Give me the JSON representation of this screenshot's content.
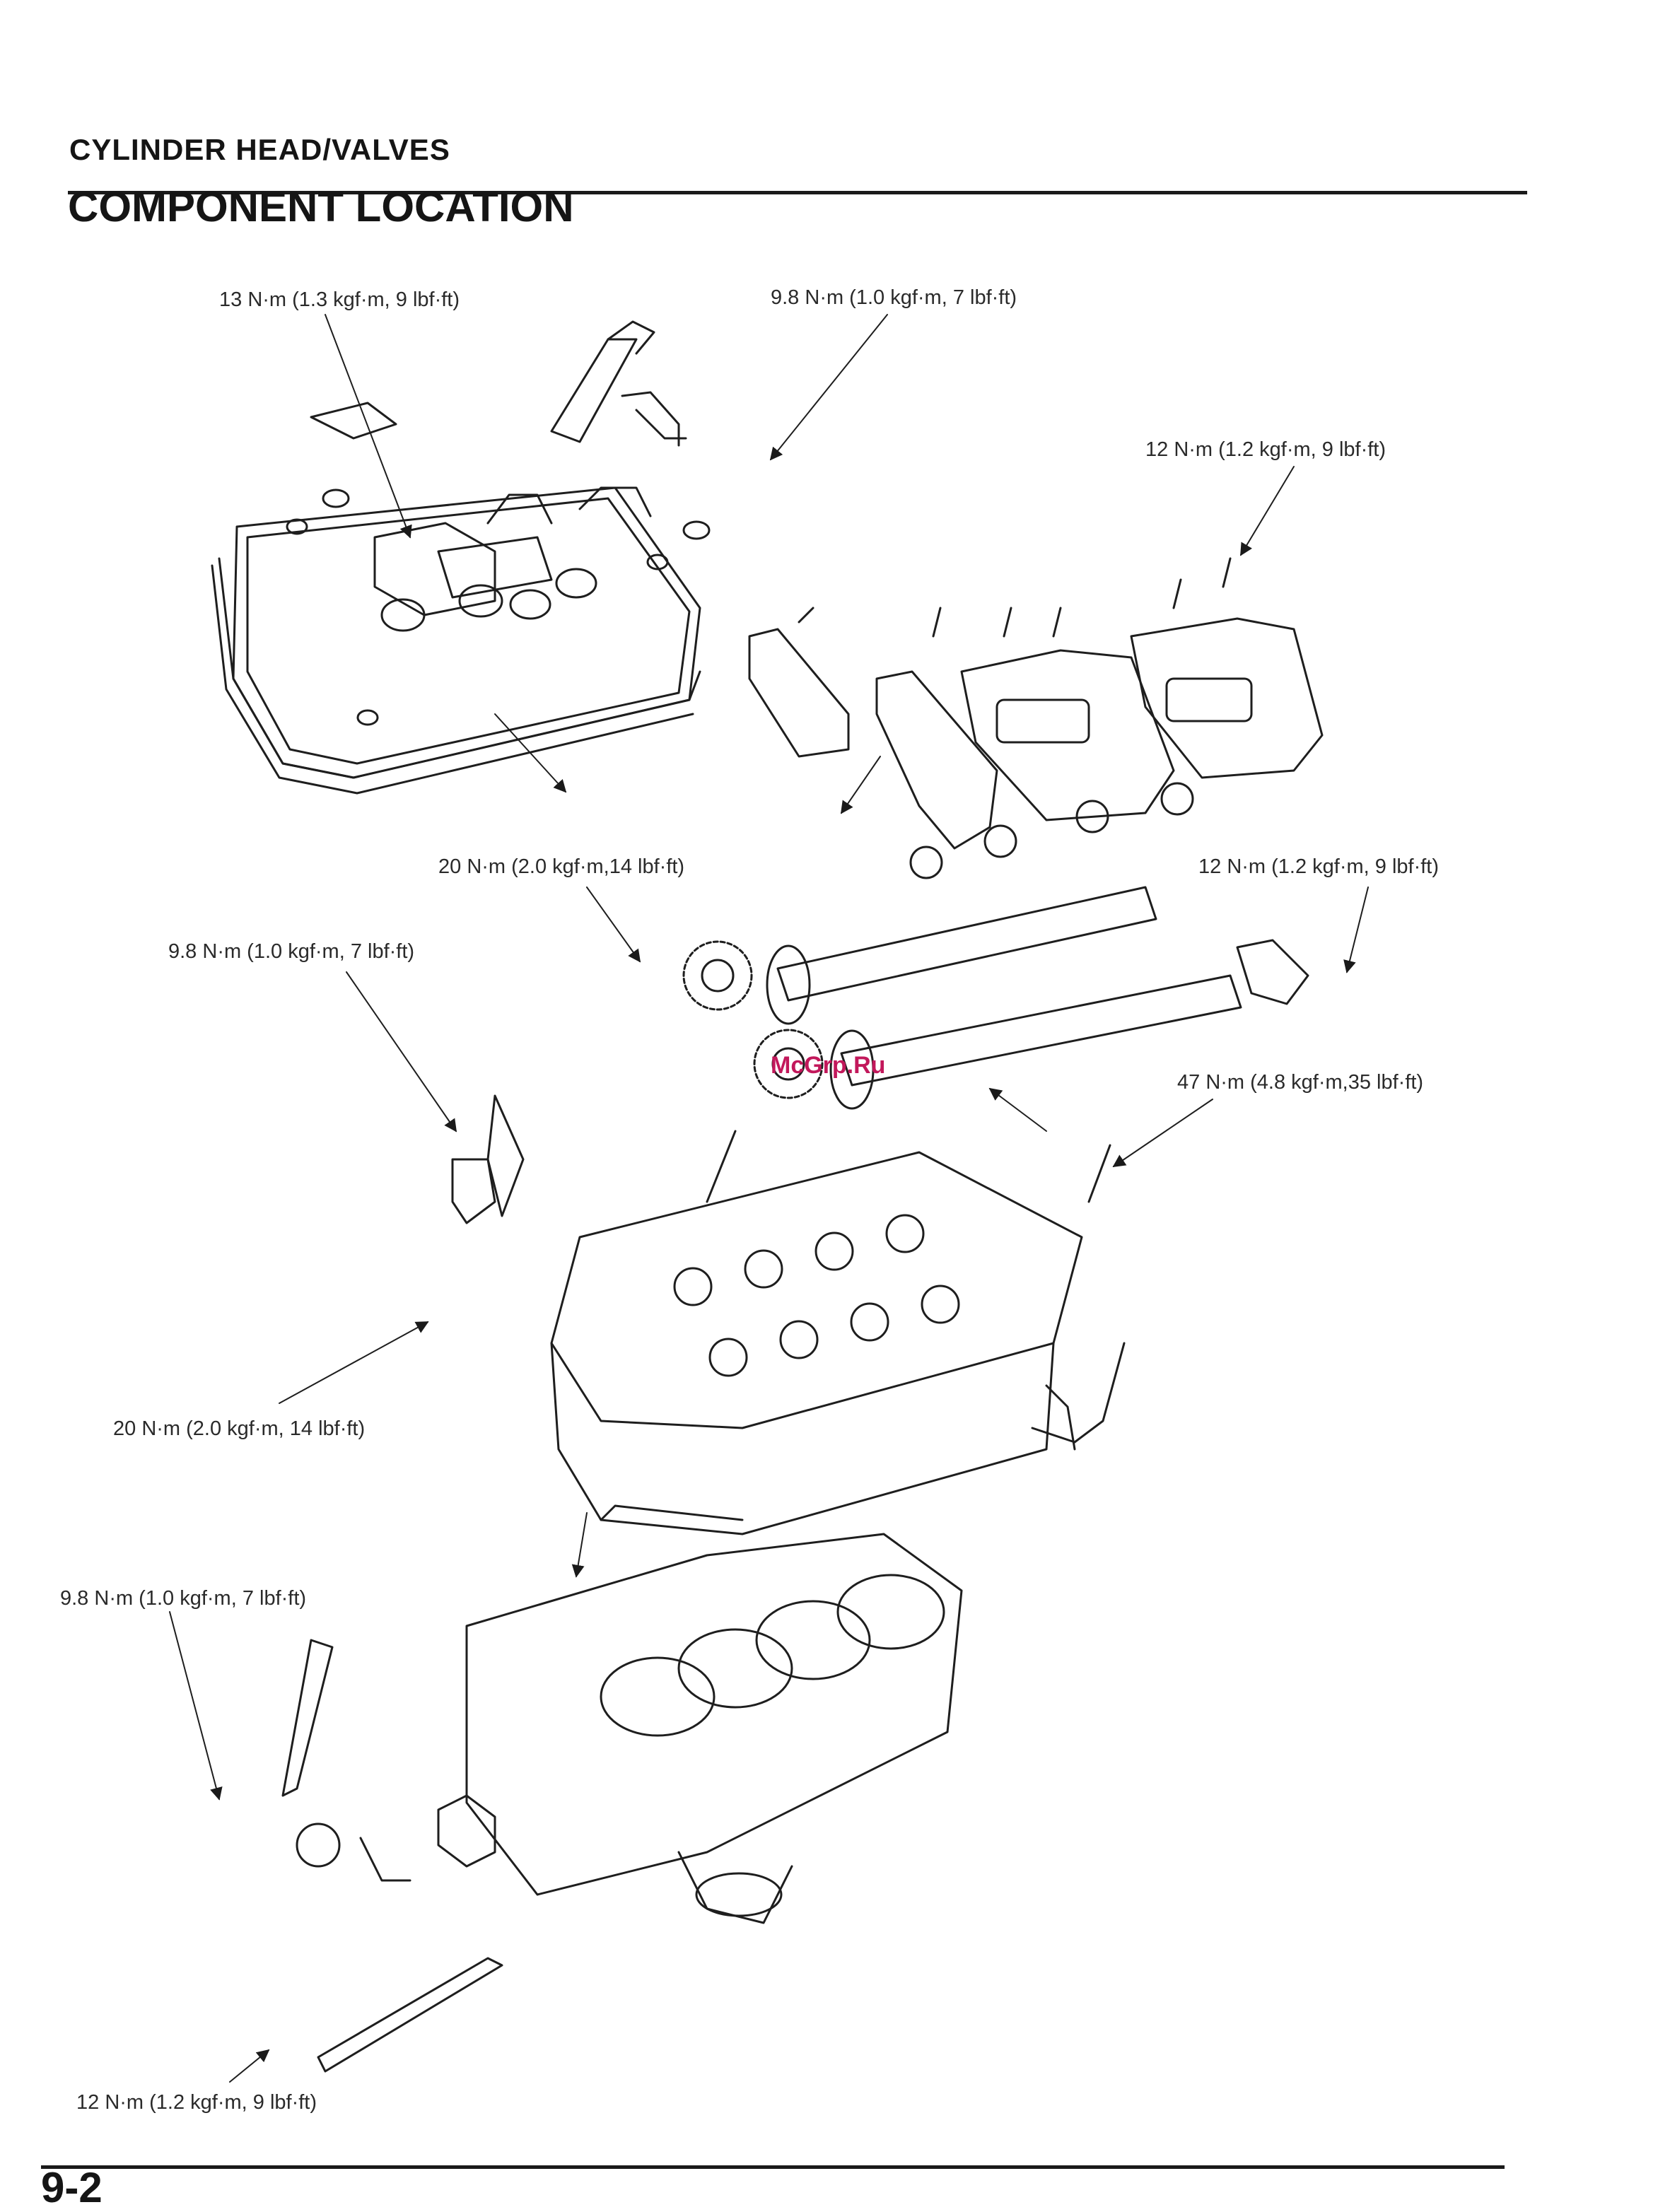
{
  "header": {
    "section_title": "CYLINDER HEAD/VALVES",
    "page_heading": "COMPONENT LOCATION"
  },
  "torque_specs": [
    "13 N·m (1.3 kgf·m, 9 lbf·ft)",
    "9.8 N·m (1.0 kgf·m, 7 lbf·ft)",
    "12 N·m (1.2 kgf·m, 9 lbf·ft)",
    "20 N·m (2.0 kgf·m,14 lbf·ft)",
    "12 N·m (1.2 kgf·m, 9 lbf·ft)",
    "9.8 N·m (1.0 kgf·m, 7 lbf·ft)",
    "47 N·m (4.8 kgf·m,35 lbf·ft)",
    "20 N·m (2.0 kgf·m, 14 lbf·ft)",
    "9.8 N·m (1.0 kgf·m, 7 lbf·ft)",
    "12 N·m (1.2 kgf·m, 9 lbf·ft)"
  ],
  "watermark": "McGrp.Ru",
  "footer": {
    "page_number": "9-2"
  }
}
